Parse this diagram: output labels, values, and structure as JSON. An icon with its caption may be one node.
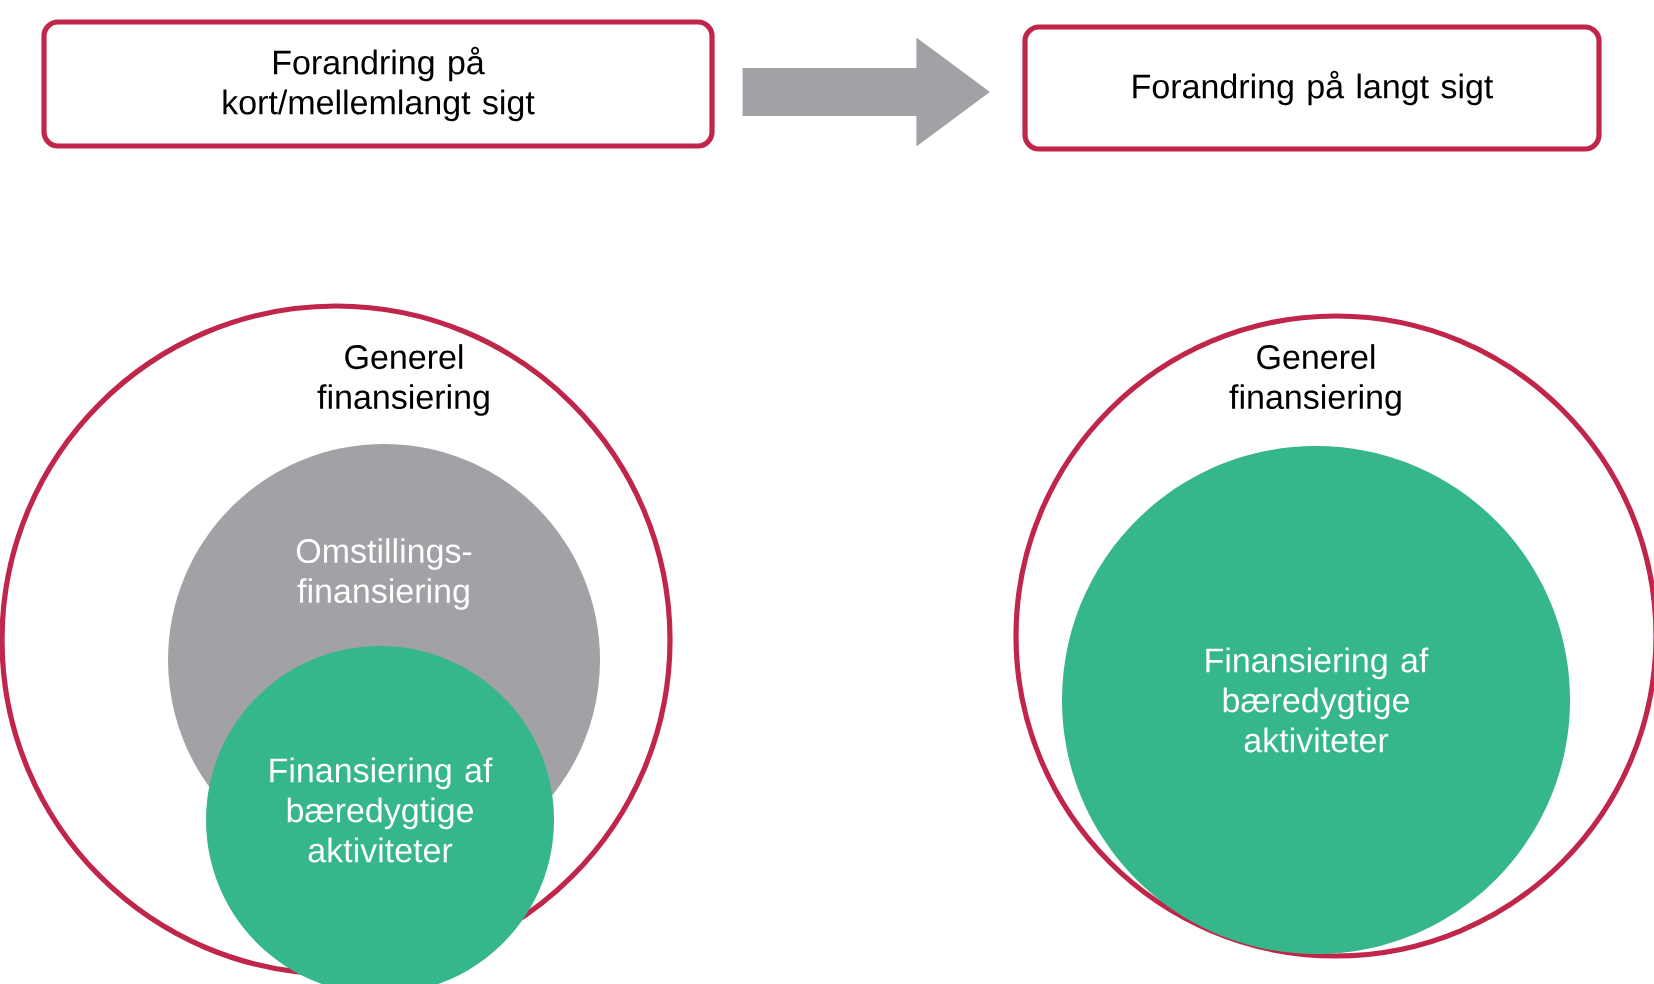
{
  "diagram": {
    "nodes": [
      {
        "text": [
          "Forandring på kort/mellemlangt sigt"
        ]
      },
      {
        "text": [
          "Forandring på langt sigt"
        ]
      },
      {
        "text": [
          "Generel finansiering"
        ]
      },
      {
        "text": [
          "Omstillings-finansiering"
        ],
        "in": 2
      },
      {
        "text": [
          "Finansiering af bæredygtige aktiviteter"
        ]
      },
      {
        "text": [
          "Generel finansiering"
        ]
      },
      {
        "text": [
          "Finansiering af bæredygtige aktiviteter"
        ],
        "in": 5
      }
    ],
    "edges": [
      {
        "from": 0,
        "to": 1,
        "arrow": "to"
      }
    ]
  }
}
